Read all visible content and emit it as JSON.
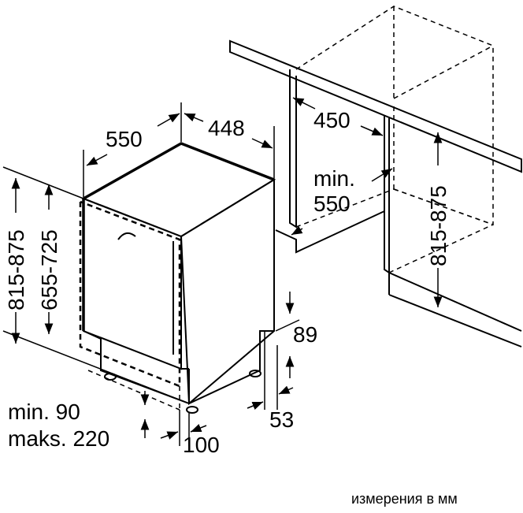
{
  "dimensions": {
    "width_550": "550",
    "depth_448": "448",
    "niche_depth_450": "450",
    "niche_min_line1": "min.",
    "niche_min_line2": "550",
    "height_outer": "815-875",
    "height_inner": "655-725",
    "height_niche": "815-875",
    "plinth_89": "89",
    "plinth_53": "53",
    "plinth_100": "100",
    "plinth_min": "min. 90",
    "plinth_max": "maks. 220"
  },
  "caption": "измерения в мм"
}
